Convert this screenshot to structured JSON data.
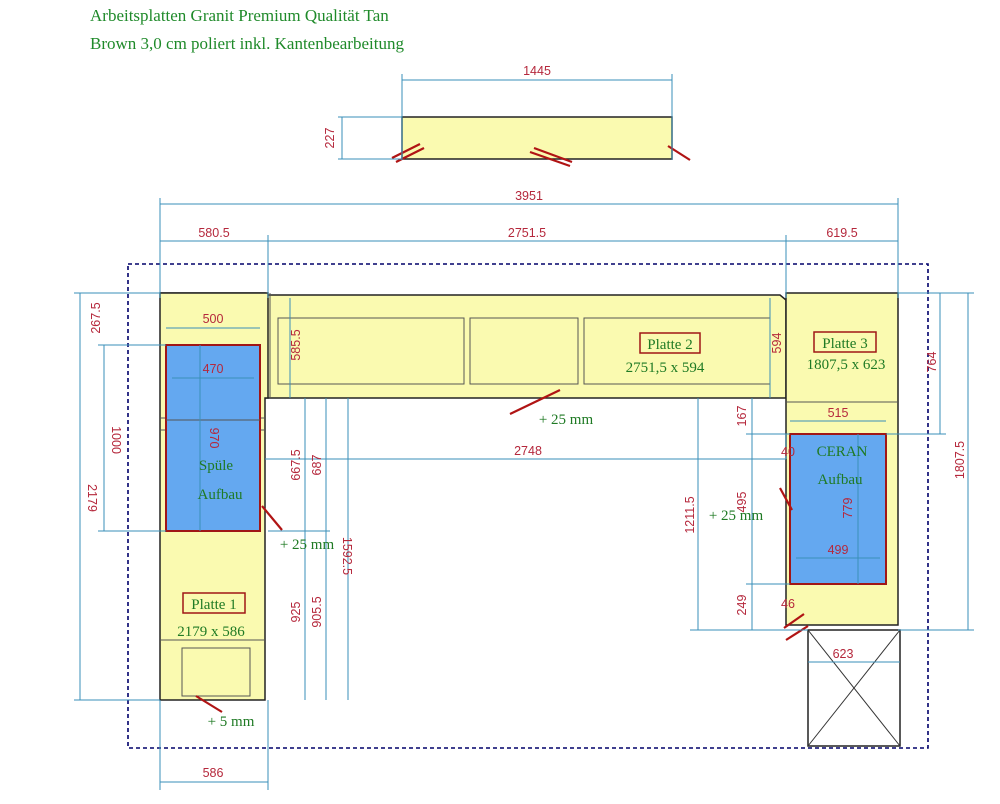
{
  "title": {
    "line1": "Arbeitsplatten Granit Premium Qualität Tan",
    "line2": "Brown 3,0 cm poliert inkl. Kantenbearbeitung"
  },
  "plates": {
    "p1": {
      "name": "Platte 1",
      "size": "2179  x 586"
    },
    "p2": {
      "name": "Platte 2",
      "size": "2751,5 x 594"
    },
    "p3": {
      "name": "Platte 3",
      "size": "1807,5 x 623"
    }
  },
  "cutouts": {
    "sink": {
      "line1": "Spüle",
      "line2": "Aufbau"
    },
    "cooktop": {
      "line1": "CERAN",
      "line2": "Aufbau"
    }
  },
  "notes": {
    "p2_extra": "+ 25 mm",
    "p1_extra": "+ 25 mm",
    "p3_extra": "+ 25 mm",
    "bottom_extra": "+ 5 mm"
  },
  "dimensions": {
    "d1445": "1445",
    "d227": "227",
    "d3951": "3951",
    "d580_5": "580.5",
    "d2751_5": "2751.5",
    "d619_5": "619.5",
    "d267_5": "267.5",
    "d500": "500",
    "d470": "470",
    "d970": "970",
    "d1000": "1000",
    "d2179": "2179",
    "d585_5": "585.5",
    "d667_5": "667.5",
    "d687": "687",
    "d1592_5": "1592.5",
    "d925": "925",
    "d905_5": "905.5",
    "d586": "586",
    "d2748": "2748",
    "d594": "594",
    "d764": "764",
    "d1807_5": "1807.5",
    "d515": "515",
    "d167": "167",
    "d40": "40",
    "d779": "779",
    "d499": "499",
    "d495": "495",
    "d1211_5": "1211.5",
    "d249": "249",
    "d46": "46",
    "d623": "623"
  }
}
